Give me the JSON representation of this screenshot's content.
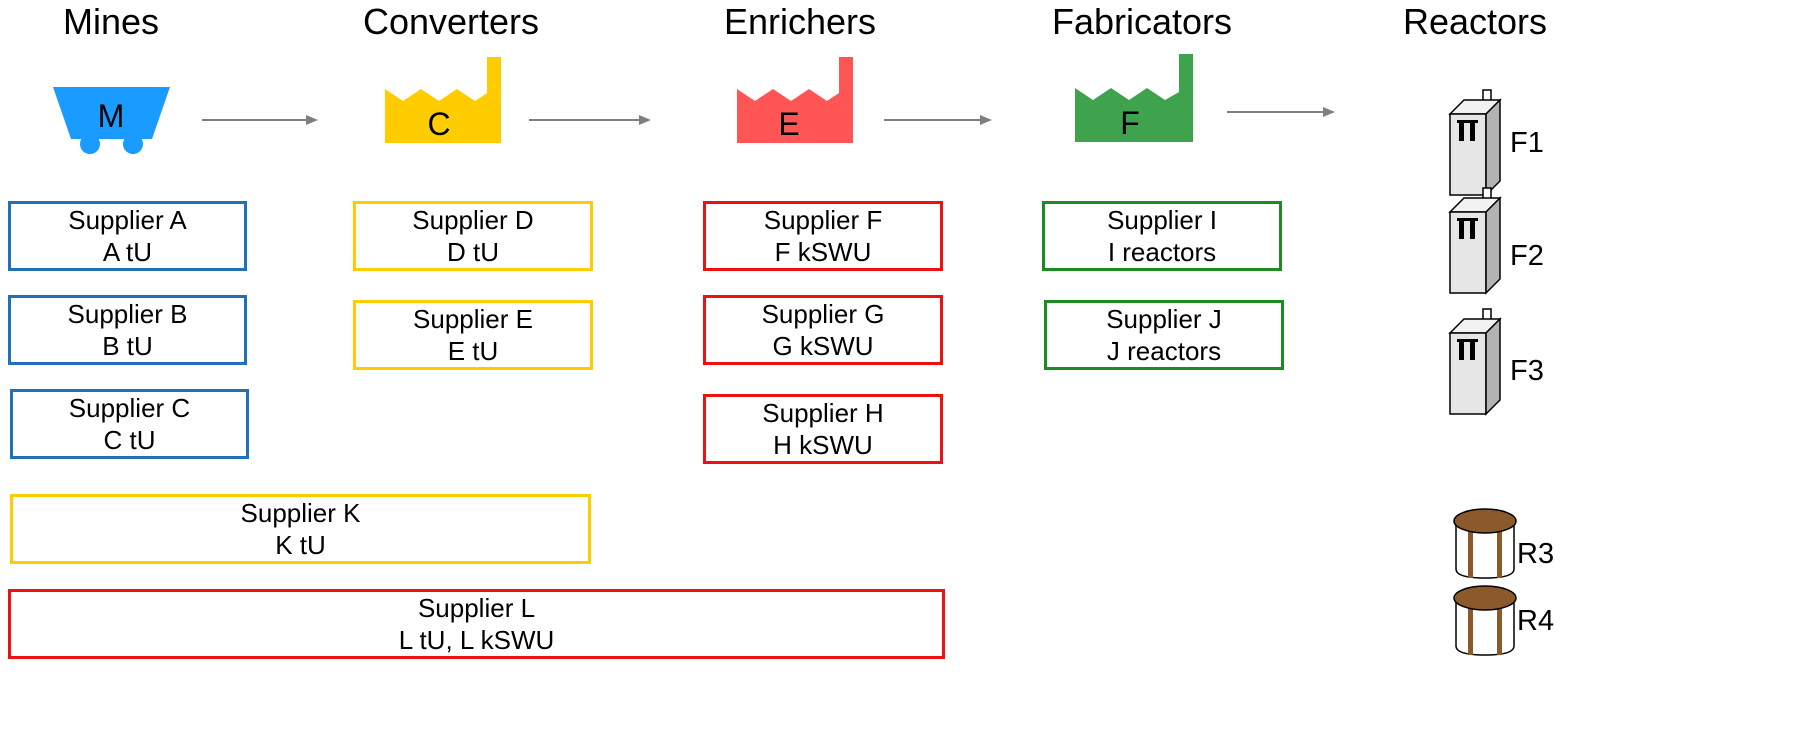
{
  "colors": {
    "mines": "#1a9bff",
    "mines_border": "#2271b8",
    "converters": "#ffcc00",
    "converters_border": "#ffcc00",
    "enrichers": "#ff5555",
    "enrichers_border": "#ee1111",
    "fabricators": "#3fa34d",
    "fabricators_border": "#1e8a22",
    "arrow": "#7f7f7f",
    "reactor_gray": "#e6e6e6",
    "reactor_brown": "#8b5a2b"
  },
  "stages": [
    {
      "title": "Mines",
      "icon": "mine-cart-icon",
      "letter": "M"
    },
    {
      "title": "Converters",
      "icon": "factory-icon",
      "letter": "C"
    },
    {
      "title": "Enrichers",
      "icon": "factory-icon",
      "letter": "E"
    },
    {
      "title": "Fabricators",
      "icon": "factory-icon",
      "letter": "F"
    },
    {
      "title": "Reactors",
      "icon": "reactor-icon"
    }
  ],
  "suppliers": {
    "a": {
      "name": "Supplier A",
      "capacity": "A tU"
    },
    "b": {
      "name": "Supplier B",
      "capacity": "B tU"
    },
    "c": {
      "name": "Supplier C",
      "capacity": "C tU"
    },
    "d": {
      "name": "Supplier D",
      "capacity": "D tU"
    },
    "e": {
      "name": "Supplier E",
      "capacity": "E tU"
    },
    "f": {
      "name": "Supplier F",
      "capacity": "F kSWU"
    },
    "g": {
      "name": "Supplier G",
      "capacity": "G kSWU"
    },
    "h": {
      "name": "Supplier H",
      "capacity": "H kSWU"
    },
    "i": {
      "name": "Supplier I",
      "capacity": "I reactors"
    },
    "j": {
      "name": "Supplier J",
      "capacity": "J reactors"
    },
    "k": {
      "name": "Supplier K",
      "capacity": "K tU"
    },
    "l": {
      "name": "Supplier L",
      "capacity": "L tU, L kSWU"
    }
  },
  "reactors": [
    {
      "label": "F1",
      "type": "fuel-assembly-icon"
    },
    {
      "label": "F2",
      "type": "fuel-assembly-icon"
    },
    {
      "label": "F3",
      "type": "fuel-assembly-icon"
    },
    {
      "label": "R3",
      "type": "reactor-vessel-icon"
    },
    {
      "label": "R4",
      "type": "reactor-vessel-icon"
    }
  ]
}
